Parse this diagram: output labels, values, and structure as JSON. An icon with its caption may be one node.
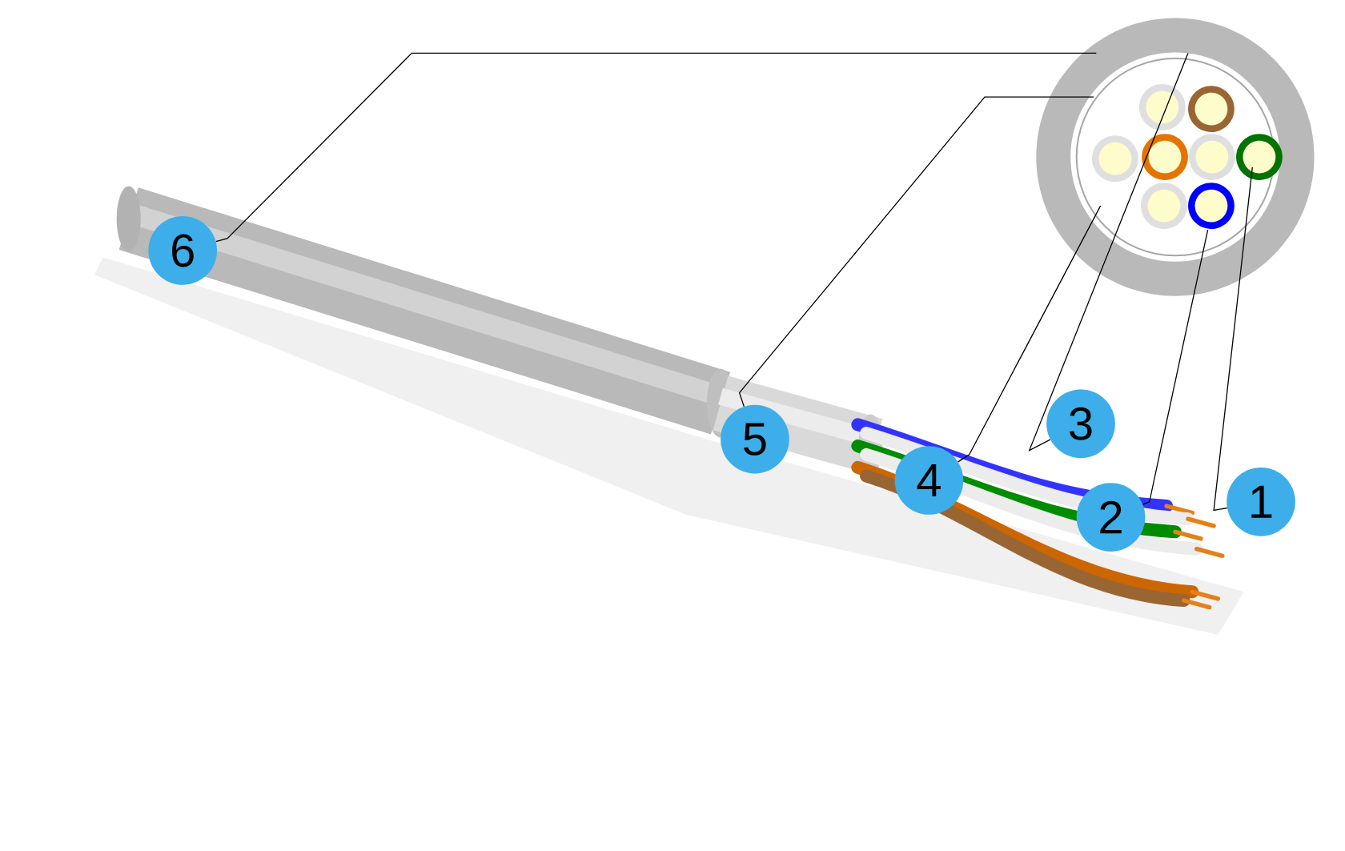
{
  "diagram": {
    "nodes": [
      {
        "text": [
          "1"
        ]
      },
      {
        "text": [
          "2"
        ]
      },
      {
        "text": [
          "3"
        ]
      },
      {
        "text": [
          "4"
        ]
      },
      {
        "text": [
          "5"
        ]
      },
      {
        "text": [
          "6"
        ]
      }
    ],
    "edges": [
      {
        "from": 0,
        "to": null,
        "arrow": "none"
      },
      {
        "from": 1,
        "to": null,
        "arrow": "none"
      },
      {
        "from": 2,
        "to": null,
        "arrow": "none"
      },
      {
        "from": 3,
        "to": null,
        "arrow": "none"
      },
      {
        "from": 4,
        "to": null,
        "arrow": "none"
      },
      {
        "from": 5,
        "to": null,
        "arrow": "none"
      }
    ]
  }
}
